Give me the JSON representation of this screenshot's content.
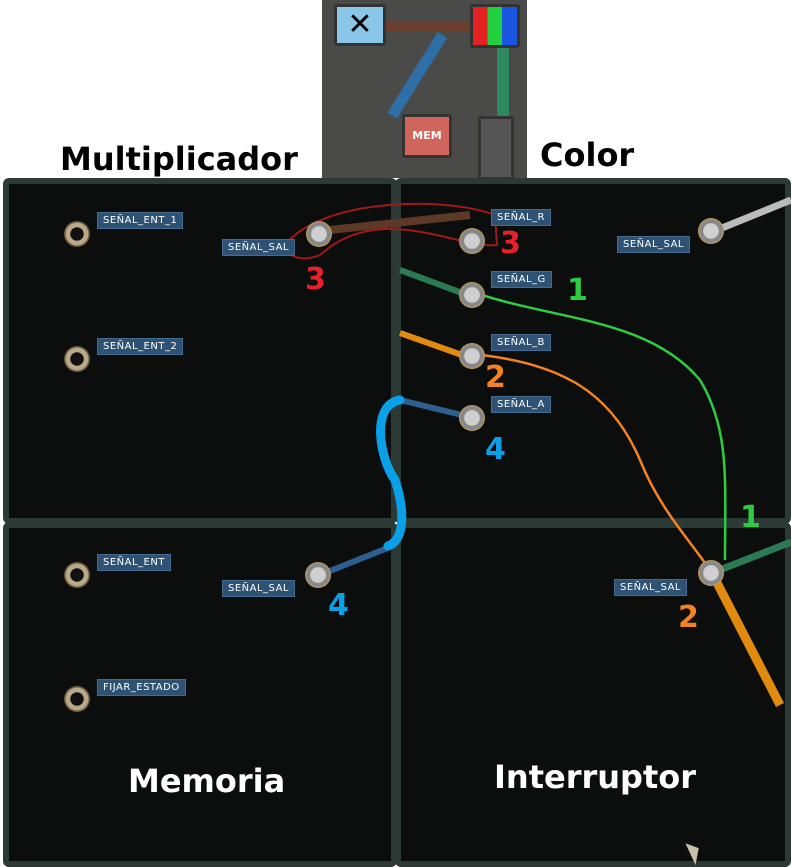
{
  "preview": {
    "mem_label": "MEM"
  },
  "titles": {
    "multiplier": "Multiplicador",
    "color": "Color",
    "memory": "Memoria",
    "switch": "Interruptor"
  },
  "multiplier": {
    "in1": "SEÑAL_ENT_1",
    "in2": "SEÑAL_ENT_2",
    "out": "SEÑAL_SAL"
  },
  "color": {
    "r": "SEÑAL_R",
    "g": "SEÑAL_G",
    "b": "SEÑAL_B",
    "a": "SEÑAL_A",
    "out": "SEÑAL_SAL"
  },
  "memory": {
    "in": "SEÑAL_ENT",
    "set": "FIJAR_ESTADO",
    "out": "SEÑAL_SAL"
  },
  "switch": {
    "out": "SEÑAL_SAL"
  },
  "annotations": {
    "n3a": "3",
    "n3b": "3",
    "n1a": "1",
    "n1b": "1",
    "n2a": "2",
    "n2b": "2",
    "n4a": "4",
    "n4b": "4"
  },
  "colors": {
    "red": "#e8202a",
    "green": "#2ecc40",
    "orange": "#f58220",
    "blue": "#0aa0e8"
  }
}
